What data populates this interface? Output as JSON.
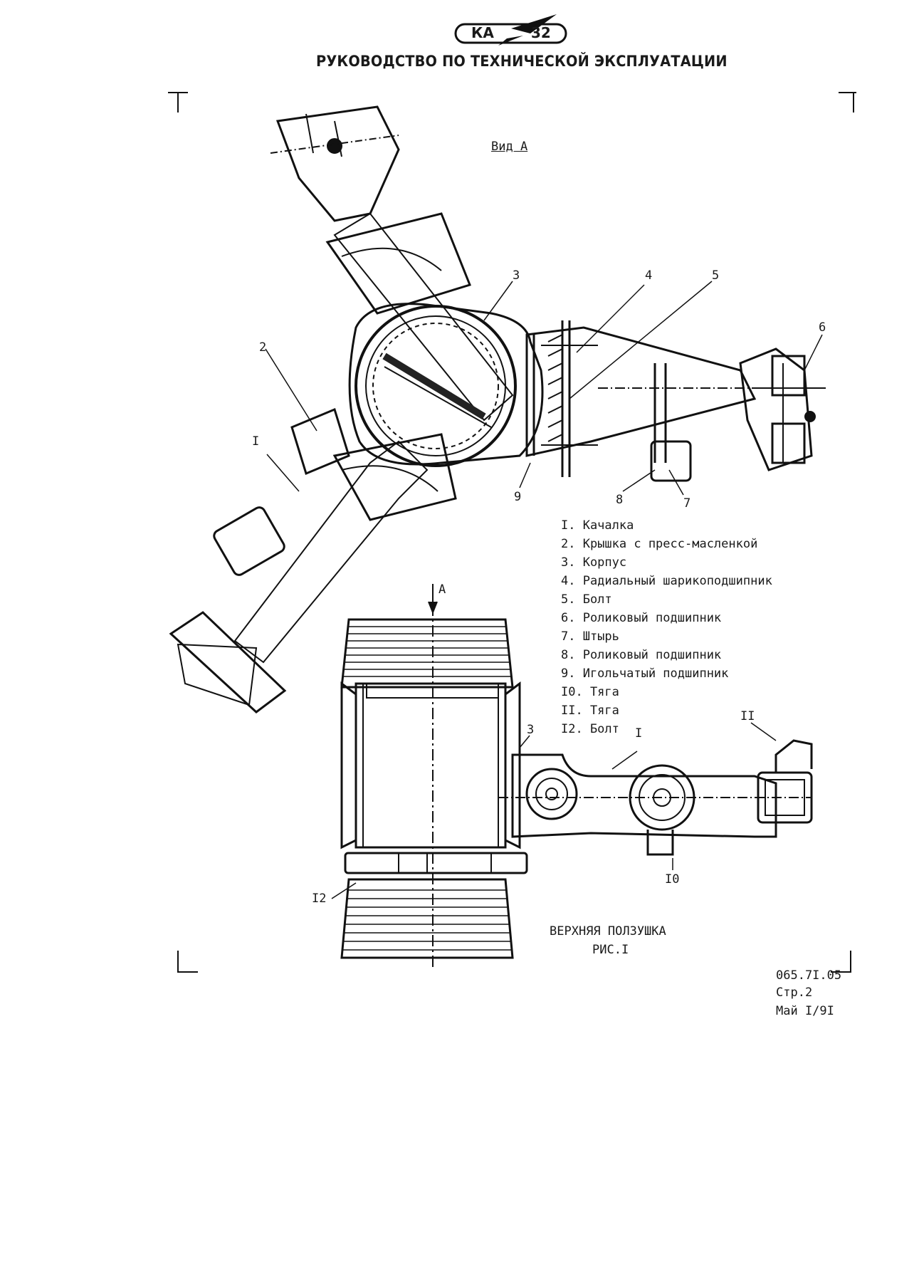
{
  "header": {
    "logo_left": "КА",
    "logo_right": "32",
    "title": "РУКОВОДСТВО ПО ТЕХНИЧЕСКОЙ ЭКСПЛУАТАЦИИ"
  },
  "drawing": {
    "view_label": "Вид А",
    "arrow_label": "А",
    "callouts_top": [
      "1",
      "2",
      "3",
      "4",
      "5",
      "6",
      "7",
      "8",
      "9"
    ],
    "callouts_bottom": [
      "3",
      "I",
      "II",
      "I2",
      "I0"
    ],
    "callout_top": {
      "c1": "I",
      "c2": "2",
      "c3": "3",
      "c4": "4",
      "c5": "5",
      "c6": "6",
      "c7": "7",
      "c8": "8",
      "c9": "9"
    },
    "callout_bottom": {
      "c3": "3",
      "c1": "I",
      "c11": "II",
      "c12": "I2",
      "c10": "I0"
    }
  },
  "legend": [
    "I. Качалка",
    "2. Крышка с пресс-масленкой",
    "3. Корпус",
    "4. Радиальный шарикоподшипник",
    "5. Болт",
    "6. Роликовый подшипник",
    "7. Штырь",
    "8. Роликовый подшипник",
    "9. Игольчатый подшипник",
    "I0. Тяга",
    "II. Тяга",
    "I2. Болт"
  ],
  "caption": {
    "title": "ВЕРХНЯЯ ПОЛЗУШКА",
    "figure": "РИС.I"
  },
  "page_info": {
    "code": "065.7I.05",
    "page": "Стр.2",
    "date": "Май I/9I"
  }
}
